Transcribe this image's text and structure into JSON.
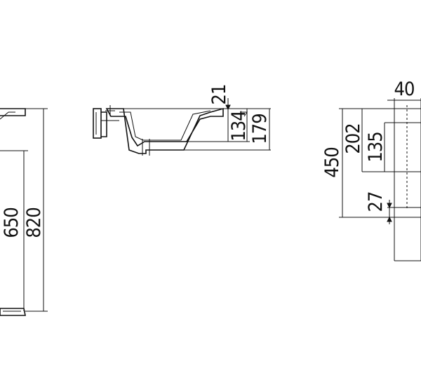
{
  "dimensions": {
    "side_height_total": "820",
    "side_height_lower": "650",
    "basin_rim": "21",
    "basin_depth_inner": "134",
    "basin_depth_outer": "179",
    "plan_depth": "450",
    "plan_offset_a": "202",
    "plan_offset_b": "135",
    "plan_offset_c": "27",
    "plan_width_small": "40"
  },
  "colors": {
    "line": "#111111",
    "background": "#ffffff"
  }
}
